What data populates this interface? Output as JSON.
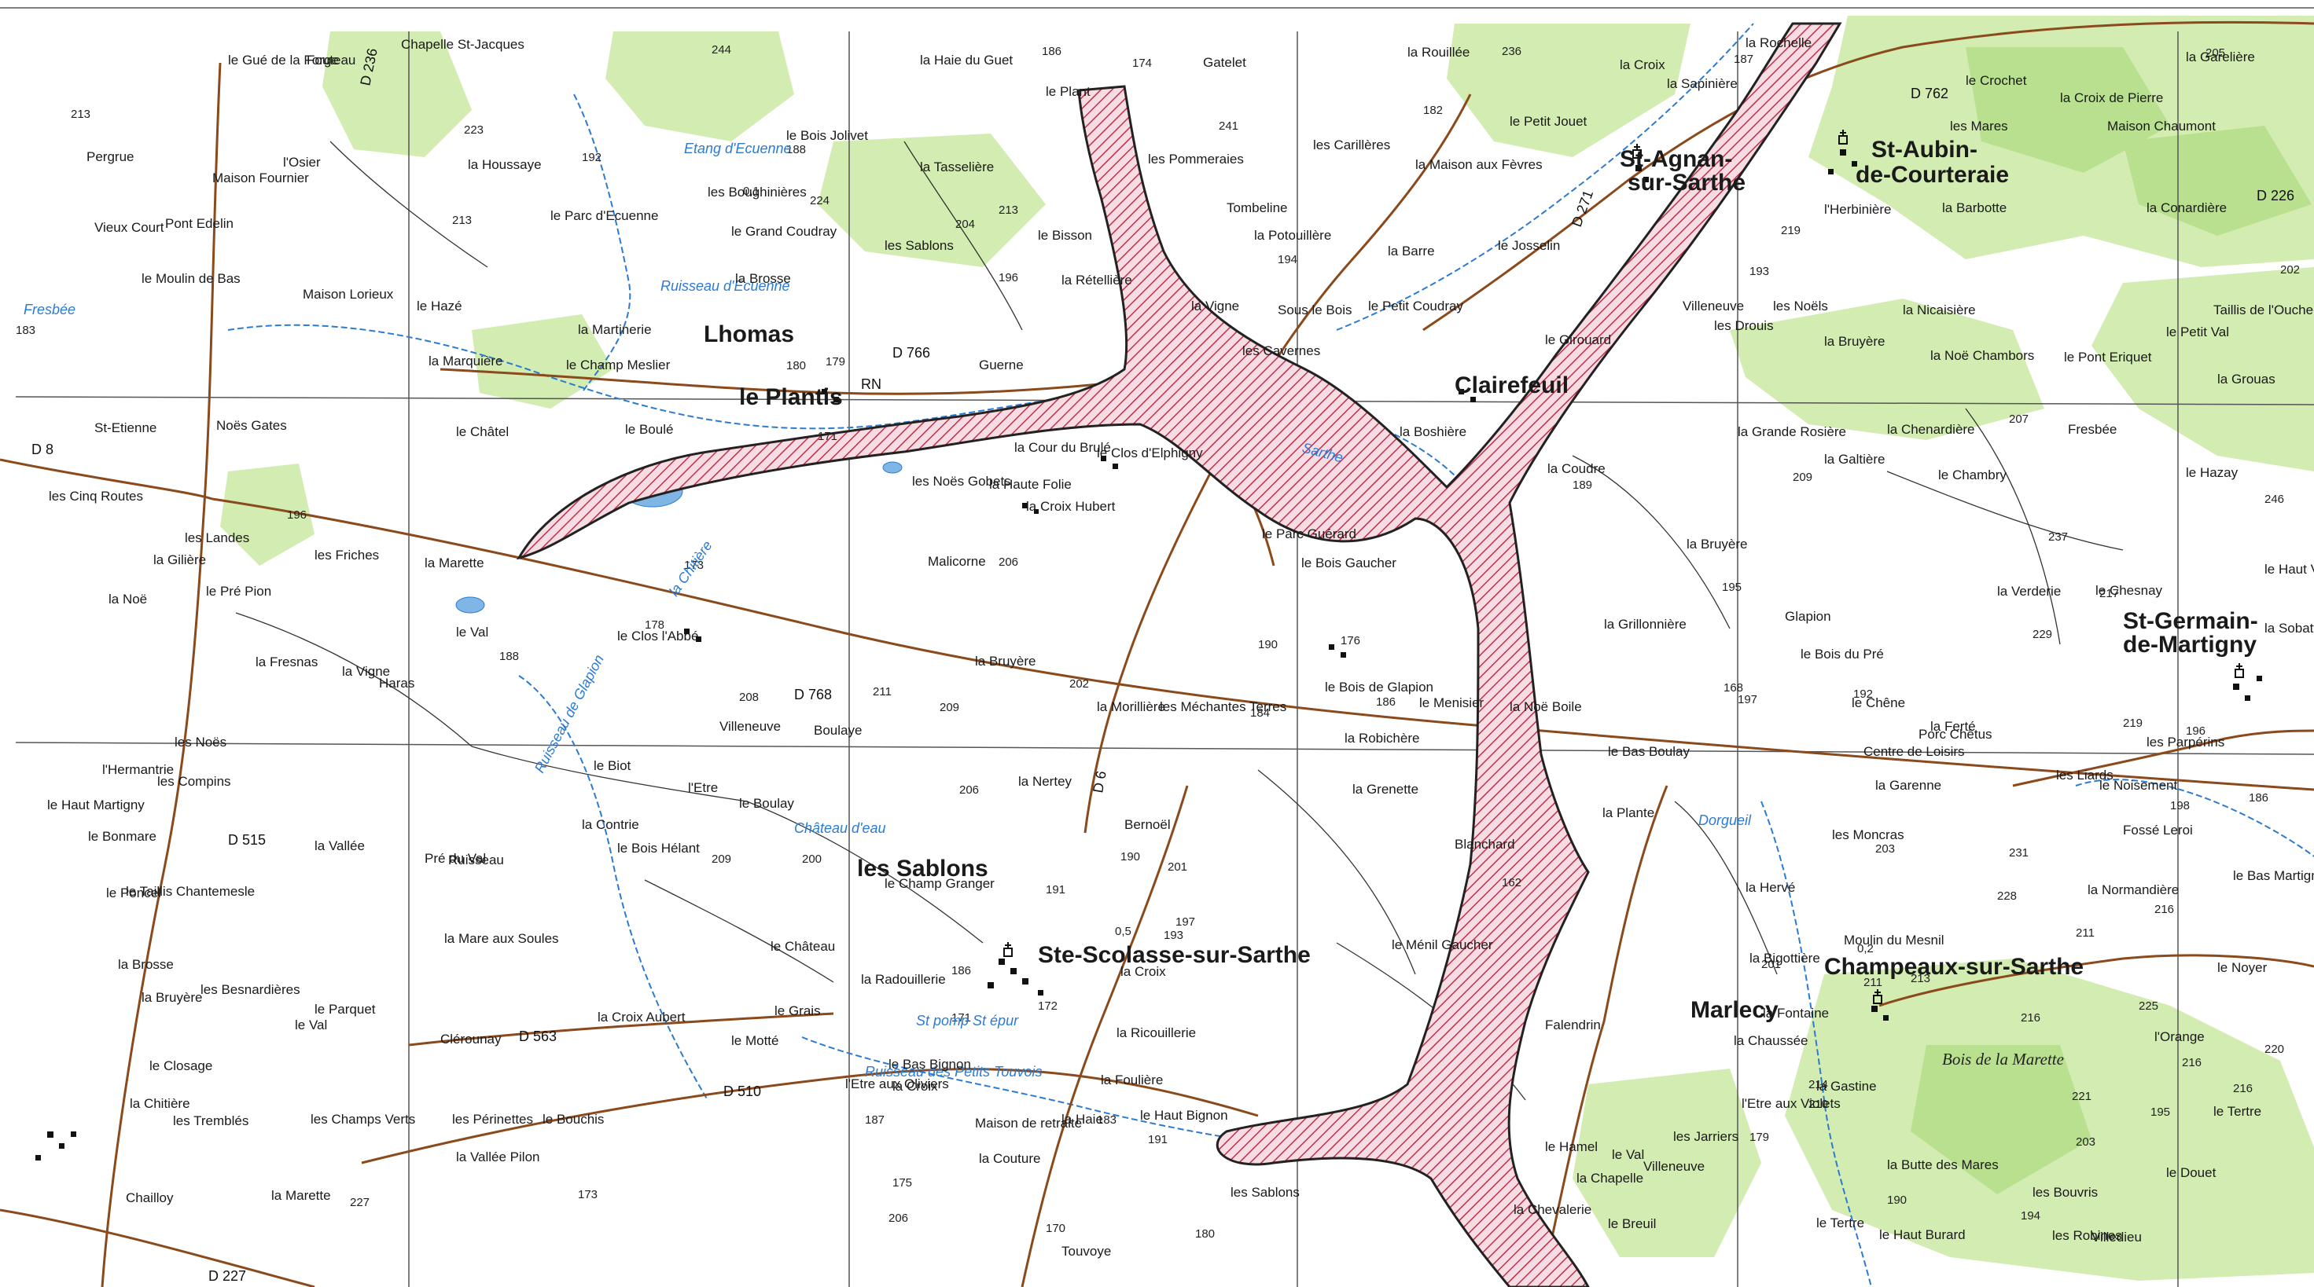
{
  "map": {
    "colors": {
      "paper": "#ffffff",
      "forest": "#d2ecb2",
      "forest_dark": "#b9e08f",
      "road": "#8a4a1c",
      "river": "#2c7bd0",
      "zone_fill": "#f3c8d2",
      "zone_stroke": "#b0203c",
      "grid": "#555555"
    },
    "icons": [
      "church-icon",
      "building-icon",
      "elevation-point"
    ],
    "places": [
      {
        "id": "ste-scolasse",
        "text": "Ste-Scolasse-sur-Sarthe"
      },
      {
        "id": "st-agnan",
        "text": "St-Agnan-"
      },
      {
        "id": "st-agnan-2",
        "text": "sur-Sarthe"
      },
      {
        "id": "st-aubin",
        "text": "St-Aubin-"
      },
      {
        "id": "st-aubin-2",
        "text": "de-Courteraie"
      },
      {
        "id": "st-germain",
        "text": "St-Germain-"
      },
      {
        "id": "st-germain-2",
        "text": "de-Martigny"
      },
      {
        "id": "champeaux",
        "text": "Champeaux-sur-Sarthe"
      },
      {
        "id": "le-plantis",
        "text": "le Plantis"
      },
      {
        "id": "clairefeuil",
        "text": "Clairefeuil"
      },
      {
        "id": "les-sablons-c",
        "text": "les Sablons"
      },
      {
        "id": "marlecy",
        "text": "Marlecy"
      },
      {
        "id": "lhomas",
        "text": "Lhomas"
      }
    ],
    "labels": [
      {
        "id": "l01",
        "text": "la Haie du Guet"
      },
      {
        "id": "l02",
        "text": "Gatelet"
      },
      {
        "id": "l03",
        "text": "le Plant"
      },
      {
        "id": "l04",
        "text": "la Rouillée"
      },
      {
        "id": "l05",
        "text": "la Croix"
      },
      {
        "id": "l06",
        "text": "la Sapinière"
      },
      {
        "id": "l07",
        "text": "la Rochelle"
      },
      {
        "id": "l08",
        "text": "le Crochet"
      },
      {
        "id": "l09",
        "text": "la Croix de Pierre"
      },
      {
        "id": "l10",
        "text": "la Garelière"
      },
      {
        "id": "l11",
        "text": "Maison Chaumont"
      },
      {
        "id": "l12",
        "text": "les Mares"
      },
      {
        "id": "l13",
        "text": "le Gué de la Forge"
      },
      {
        "id": "l14",
        "text": "Fouteau"
      },
      {
        "id": "l15",
        "text": "Chapelle St-Jacques"
      },
      {
        "id": "l16",
        "text": "la Houssaye"
      },
      {
        "id": "l17",
        "text": "l'Osier"
      },
      {
        "id": "l18",
        "text": "Pergrue"
      },
      {
        "id": "l19",
        "text": "Maison Fournier"
      },
      {
        "id": "l20",
        "text": "le Bois Jolivet"
      },
      {
        "id": "l21",
        "text": "la Tasselière"
      },
      {
        "id": "l22",
        "text": "les Pommeraies"
      },
      {
        "id": "l23",
        "text": "les Carillères"
      },
      {
        "id": "l24",
        "text": "la Maison aux Fèvres"
      },
      {
        "id": "l25",
        "text": "le Petit Jouet"
      },
      {
        "id": "l26",
        "text": "les Boughinières"
      },
      {
        "id": "l27",
        "text": "le Parc d'Ecuenne"
      },
      {
        "id": "l28",
        "text": "Vieux Court"
      },
      {
        "id": "l29",
        "text": "Pont Edelin"
      },
      {
        "id": "l30",
        "text": "le Moulin de Bas"
      },
      {
        "id": "l31",
        "text": "Maison Lorieux"
      },
      {
        "id": "l32",
        "text": "le Grand Coudray"
      },
      {
        "id": "l33",
        "text": "les Sablons"
      },
      {
        "id": "l34",
        "text": "le Bisson"
      },
      {
        "id": "l35",
        "text": "Tombeline"
      },
      {
        "id": "l36",
        "text": "la Potouillère"
      },
      {
        "id": "l37",
        "text": "la Barre"
      },
      {
        "id": "l38",
        "text": "le Josselin"
      },
      {
        "id": "l39",
        "text": "l'Herbinière"
      },
      {
        "id": "l40",
        "text": "la Barbotte"
      },
      {
        "id": "l41",
        "text": "la Conardière"
      },
      {
        "id": "l42",
        "text": "le Hazé"
      },
      {
        "id": "l43",
        "text": "la Martinerie"
      },
      {
        "id": "l44",
        "text": "la Brosse"
      },
      {
        "id": "l45",
        "text": "la Rétellière"
      },
      {
        "id": "l46",
        "text": "la Vigne"
      },
      {
        "id": "l47",
        "text": "Sous le Bois"
      },
      {
        "id": "l48",
        "text": "le Petit Coudray"
      },
      {
        "id": "l49",
        "text": "Villeneuve"
      },
      {
        "id": "l50",
        "text": "les Noëls"
      },
      {
        "id": "l51",
        "text": "la Nicaisière"
      },
      {
        "id": "l52",
        "text": "Taillis de l'Ouche"
      },
      {
        "id": "l53",
        "text": "le Petit Val"
      },
      {
        "id": "l54",
        "text": "la Marquière"
      },
      {
        "id": "l55",
        "text": "le Champ Meslier"
      },
      {
        "id": "l56",
        "text": "Guerne"
      },
      {
        "id": "l57",
        "text": "les Cavernes"
      },
      {
        "id": "l58",
        "text": "le Girouard"
      },
      {
        "id": "l59",
        "text": "les Drouis"
      },
      {
        "id": "l60",
        "text": "la Bruyère"
      },
      {
        "id": "l61",
        "text": "la Noë Chambors"
      },
      {
        "id": "l62",
        "text": "le Pont Eriquet"
      },
      {
        "id": "l63",
        "text": "la Grouas"
      },
      {
        "id": "l64",
        "text": "St-Etienne"
      },
      {
        "id": "l65",
        "text": "le Châtel"
      },
      {
        "id": "l66",
        "text": "le Boulé"
      },
      {
        "id": "l67",
        "text": "la Boshière"
      },
      {
        "id": "l68",
        "text": "la Grande Rosière"
      },
      {
        "id": "l69",
        "text": "la Chenardière"
      },
      {
        "id": "l70",
        "text": "Fresbée"
      },
      {
        "id": "l71",
        "text": "Noës Gates"
      },
      {
        "id": "l72",
        "text": "la Cour du Brulé"
      },
      {
        "id": "l73",
        "text": "le Clos d'Elphigny"
      },
      {
        "id": "l74",
        "text": "les Cinq Routes"
      },
      {
        "id": "l75",
        "text": "les Noës Gobets"
      },
      {
        "id": "l76",
        "text": "la Haute Folie"
      },
      {
        "id": "l77",
        "text": "la Coudre"
      },
      {
        "id": "l78",
        "text": "la Galtière"
      },
      {
        "id": "l79",
        "text": "le Chambry"
      },
      {
        "id": "l80",
        "text": "le Hazay"
      },
      {
        "id": "l81",
        "text": "les Landes"
      },
      {
        "id": "l82",
        "text": "la Croix Hubert"
      },
      {
        "id": "l83",
        "text": "le Parc Guérard"
      },
      {
        "id": "l84",
        "text": "les Friches"
      },
      {
        "id": "l85",
        "text": "Malicorne"
      },
      {
        "id": "l86",
        "text": "la Gilière"
      },
      {
        "id": "l87",
        "text": "la Noë"
      },
      {
        "id": "l88",
        "text": "le Pré Pion"
      },
      {
        "id": "l89",
        "text": "le Bois Gaucher"
      },
      {
        "id": "l90",
        "text": "la Marette"
      },
      {
        "id": "l91",
        "text": "la Bruyère"
      },
      {
        "id": "l92",
        "text": "la Verderie"
      },
      {
        "id": "l93",
        "text": "le Chesnay"
      },
      {
        "id": "l94",
        "text": "le Haut Val"
      },
      {
        "id": "l95",
        "text": "le Val"
      },
      {
        "id": "l96",
        "text": "le Clos l'Abbé"
      },
      {
        "id": "l97",
        "text": "Glapion"
      },
      {
        "id": "l98",
        "text": "la Grillonnière"
      },
      {
        "id": "l99",
        "text": "la Sobattière"
      },
      {
        "id": "l100",
        "text": "la Fresnas"
      },
      {
        "id": "l101",
        "text": "la Vigne"
      },
      {
        "id": "l102",
        "text": "la Bruyère"
      },
      {
        "id": "l103",
        "text": "le Bois de Glapion"
      },
      {
        "id": "l104",
        "text": "le Bois du Pré"
      },
      {
        "id": "l105",
        "text": "la Robichère"
      },
      {
        "id": "l106",
        "text": "Haras"
      },
      {
        "id": "l107",
        "text": "Villeneuve"
      },
      {
        "id": "l108",
        "text": "Boulaye"
      },
      {
        "id": "l109",
        "text": "la Morillière"
      },
      {
        "id": "l110",
        "text": "les Méchantes Terres"
      },
      {
        "id": "l111",
        "text": "le Menisier"
      },
      {
        "id": "l112",
        "text": "la Noë Boile"
      },
      {
        "id": "l113",
        "text": "le Chêne"
      },
      {
        "id": "l114",
        "text": "la Ferté"
      },
      {
        "id": "l115",
        "text": "Porc Chêtus"
      },
      {
        "id": "l116",
        "text": "les Parpérins"
      },
      {
        "id": "l117",
        "text": "les Noës"
      },
      {
        "id": "l118",
        "text": "Centre de Loisirs"
      },
      {
        "id": "l119",
        "text": "le Bas Boulay"
      },
      {
        "id": "l120",
        "text": "l'Hermantrie"
      },
      {
        "id": "l121",
        "text": "les Compins"
      },
      {
        "id": "l122",
        "text": "le Biot"
      },
      {
        "id": "l123",
        "text": "l'Etre"
      },
      {
        "id": "l124",
        "text": "la Nertey"
      },
      {
        "id": "l125",
        "text": "la Grenette"
      },
      {
        "id": "l126",
        "text": "la Garenne"
      },
      {
        "id": "l127",
        "text": "les Liards"
      },
      {
        "id": "l128",
        "text": "le Noisement"
      },
      {
        "id": "l129",
        "text": "le Haut Martigny"
      },
      {
        "id": "l130",
        "text": "le Boulay"
      },
      {
        "id": "l131",
        "text": "la Contrie"
      },
      {
        "id": "l132",
        "text": "Bernoël"
      },
      {
        "id": "l133",
        "text": "la Plante"
      },
      {
        "id": "l134",
        "text": "les Moncras"
      },
      {
        "id": "l135",
        "text": "Fossé Leroi"
      },
      {
        "id": "l136",
        "text": "le Bonmare"
      },
      {
        "id": "l137",
        "text": "le Bois Hélant"
      },
      {
        "id": "l138",
        "text": "le Bas Martigny"
      },
      {
        "id": "l139",
        "text": "la Vallée"
      },
      {
        "id": "l140",
        "text": "Pré du Val"
      },
      {
        "id": "l141",
        "text": "Blanchard"
      },
      {
        "id": "l142",
        "text": "le Poncel"
      },
      {
        "id": "l143",
        "text": "Ruisseau"
      },
      {
        "id": "l144",
        "text": "le Champ Granger"
      },
      {
        "id": "l145",
        "text": "la Hervé"
      },
      {
        "id": "l146",
        "text": "la Normandière"
      },
      {
        "id": "l147",
        "text": "le Taillis Chantemesle"
      },
      {
        "id": "l148",
        "text": "la Mare aux Soules"
      },
      {
        "id": "l149",
        "text": "le Ménil Gaucher"
      },
      {
        "id": "l150",
        "text": "Moulin du Mesnil"
      },
      {
        "id": "l151",
        "text": "le Château"
      },
      {
        "id": "l152",
        "text": "la Radouillerie"
      },
      {
        "id": "l153",
        "text": "la Croix"
      },
      {
        "id": "l154",
        "text": "la Bigottière"
      },
      {
        "id": "l155",
        "text": "le Noyer"
      },
      {
        "id": "l156",
        "text": "la Brosse"
      },
      {
        "id": "l157",
        "text": "les Besnardières"
      },
      {
        "id": "l158",
        "text": "la Bruyère"
      },
      {
        "id": "l159",
        "text": "le Parquet"
      },
      {
        "id": "l160",
        "text": "la Croix Aubert"
      },
      {
        "id": "l161",
        "text": "le Grais"
      },
      {
        "id": "l162",
        "text": "la Ricouillerie"
      },
      {
        "id": "l163",
        "text": "Falendrin"
      },
      {
        "id": "l164",
        "text": "la Fontaine"
      },
      {
        "id": "l165",
        "text": "l'Orange"
      },
      {
        "id": "l166",
        "text": "la Foulière"
      },
      {
        "id": "l167",
        "text": "le Val"
      },
      {
        "id": "l168",
        "text": "Clérounay"
      },
      {
        "id": "l169",
        "text": "le Motté"
      },
      {
        "id": "l170",
        "text": "le Bas Bignon"
      },
      {
        "id": "l171",
        "text": "la Chaussée"
      },
      {
        "id": "l172",
        "text": "le Closage"
      },
      {
        "id": "l173",
        "text": "l'Etre aux Oliviers"
      },
      {
        "id": "l174",
        "text": "la Gastine"
      },
      {
        "id": "l175",
        "text": "la Chitière"
      },
      {
        "id": "l176",
        "text": "les Tremblés"
      },
      {
        "id": "l177",
        "text": "les Champs Verts"
      },
      {
        "id": "l178",
        "text": "les Périnettes"
      },
      {
        "id": "l179",
        "text": "le Bouchis"
      },
      {
        "id": "l180",
        "text": "la Croix"
      },
      {
        "id": "l181",
        "text": "l'Etre aux Violets"
      },
      {
        "id": "l182",
        "text": "Maison de retraite"
      },
      {
        "id": "l183",
        "text": "la Haie"
      },
      {
        "id": "l184",
        "text": "le Hamel"
      },
      {
        "id": "l185",
        "text": "les Jarriers"
      },
      {
        "id": "l186",
        "text": "la Couture"
      },
      {
        "id": "l187",
        "text": "le Haut Bignon"
      },
      {
        "id": "l188",
        "text": "le Tertre"
      },
      {
        "id": "l189",
        "text": "Chailloy"
      },
      {
        "id": "l190",
        "text": "la Vallée Pilon"
      },
      {
        "id": "l191",
        "text": "les Sablons"
      },
      {
        "id": "l192",
        "text": "la Chapelle"
      },
      {
        "id": "l193",
        "text": "la Butte des Mares"
      },
      {
        "id": "l194",
        "text": "le Douet"
      },
      {
        "id": "l195",
        "text": "Villeneuve"
      },
      {
        "id": "l196",
        "text": "le Val"
      },
      {
        "id": "l197",
        "text": "les Bouvris"
      },
      {
        "id": "l198",
        "text": "la Marette"
      },
      {
        "id": "l199",
        "text": "la Chevalerie"
      },
      {
        "id": "l200",
        "text": "Touvoye"
      },
      {
        "id": "l201",
        "text": "le Breuil"
      },
      {
        "id": "l202",
        "text": "le Haut Burard"
      },
      {
        "id": "l203",
        "text": "Villedieu"
      },
      {
        "id": "l204",
        "text": "les Robines"
      },
      {
        "id": "l205",
        "text": "le Tertre"
      }
    ],
    "water_labels": [
      {
        "id": "w01",
        "text": "Etang d'Ecuenne"
      },
      {
        "id": "w02",
        "text": "Ruisseau d'Ecuenne"
      },
      {
        "id": "w03",
        "text": "Fresbée"
      },
      {
        "id": "w04",
        "text": "Ruisseau de Glapion"
      },
      {
        "id": "w05",
        "text": "la Chitière"
      },
      {
        "id": "w06",
        "text": "Sarthe"
      },
      {
        "id": "w07",
        "text": "Dorgueil"
      },
      {
        "id": "w08",
        "text": "Ruisseau des Petits Touvois"
      },
      {
        "id": "w09",
        "text": "Château d'eau"
      },
      {
        "id": "w10",
        "text": "St pomp St épur"
      }
    ],
    "wood_labels": [
      {
        "id": "b01",
        "text": "Bois de la Marette"
      }
    ],
    "road_labels": [
      {
        "id": "r01",
        "text": "D 236"
      },
      {
        "id": "r02",
        "text": "D 766"
      },
      {
        "id": "r03",
        "text": "D 271"
      },
      {
        "id": "r04",
        "text": "D 768"
      },
      {
        "id": "r05",
        "text": "D 510"
      },
      {
        "id": "r06",
        "text": "D 563"
      },
      {
        "id": "r07",
        "text": "D 515"
      },
      {
        "id": "r08",
        "text": "D 227"
      },
      {
        "id": "r09",
        "text": "D 762"
      },
      {
        "id": "r10",
        "text": "D 226"
      },
      {
        "id": "r11",
        "text": "D 6"
      },
      {
        "id": "r12",
        "text": "D 8"
      },
      {
        "id": "r13",
        "text": "RN"
      }
    ],
    "elevations": [
      "244",
      "186",
      "174",
      "236",
      "187",
      "205",
      "213",
      "213",
      "223",
      "192",
      "241",
      "182",
      "188",
      "0,1",
      "213",
      "224",
      "204",
      "196",
      "194",
      "219",
      "193",
      "202",
      "183",
      "180",
      "179",
      "171",
      "207",
      "209",
      "246",
      "237",
      "189",
      "196",
      "173",
      "206",
      "195",
      "217",
      "229",
      "178",
      "188",
      "190",
      "176",
      "168",
      "197",
      "192",
      "198",
      "208",
      "211",
      "209",
      "202",
      "184",
      "186",
      "219",
      "196",
      "186",
      "203",
      "231",
      "228",
      "211",
      "216",
      "209",
      "200",
      "190",
      "191",
      "201",
      "206",
      "197",
      "0,5",
      "172",
      "193",
      "186",
      "171",
      "162",
      "201",
      "0,2",
      "213",
      "225",
      "216",
      "214",
      "210",
      "216",
      "216",
      "211",
      "195",
      "221",
      "190",
      "203",
      "179",
      "187",
      "183",
      "191",
      "175",
      "206",
      "173",
      "170",
      "180",
      "194",
      "220",
      "227"
    ]
  }
}
